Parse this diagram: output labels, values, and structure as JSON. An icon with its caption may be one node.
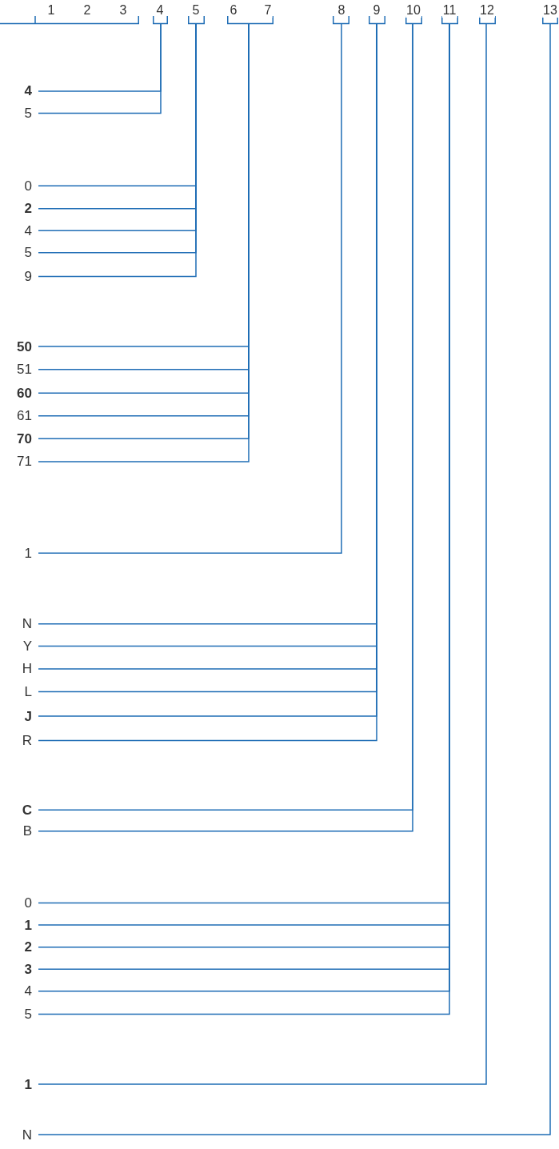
{
  "diagram": {
    "nodes": [
      {
        "text": [
          "1",
          "2",
          "3"
        ]
      },
      {
        "text": [
          "4"
        ]
      },
      {
        "text": [
          "5"
        ]
      },
      {
        "text": [
          "6",
          "7"
        ]
      },
      {
        "text": [
          "8"
        ]
      },
      {
        "text": [
          "9"
        ]
      },
      {
        "text": [
          "10"
        ]
      },
      {
        "text": [
          "11"
        ]
      },
      {
        "text": [
          "12"
        ]
      },
      {
        "text": [
          "13"
        ]
      },
      {
        "text": [
          "**4**"
        ]
      },
      {
        "text": [
          "5"
        ]
      },
      {
        "text": [
          "0"
        ]
      },
      {
        "text": [
          "**2**"
        ]
      },
      {
        "text": [
          "4"
        ]
      },
      {
        "text": [
          "5"
        ]
      },
      {
        "text": [
          "9"
        ]
      },
      {
        "text": [
          "**50**"
        ]
      },
      {
        "text": [
          "51"
        ]
      },
      {
        "text": [
          "**60**"
        ]
      },
      {
        "text": [
          "61"
        ]
      },
      {
        "text": [
          "**70**"
        ]
      },
      {
        "text": [
          "71"
        ]
      },
      {
        "text": [
          "1"
        ]
      },
      {
        "text": [
          "N"
        ]
      },
      {
        "text": [
          "Y"
        ]
      },
      {
        "text": [
          "H"
        ]
      },
      {
        "text": [
          "L"
        ]
      },
      {
        "text": [
          "**J**"
        ]
      },
      {
        "text": [
          "R"
        ]
      },
      {
        "text": [
          "**C**"
        ]
      },
      {
        "text": [
          "B"
        ]
      },
      {
        "text": [
          "0"
        ]
      },
      {
        "text": [
          "**1**"
        ]
      },
      {
        "text": [
          "**2**"
        ]
      },
      {
        "text": [
          "**3**"
        ]
      },
      {
        "text": [
          "4"
        ]
      },
      {
        "text": [
          "5"
        ]
      },
      {
        "text": [
          "**1**"
        ]
      },
      {
        "text": [
          "N"
        ]
      }
    ],
    "edges": [
      {
        "from": 10,
        "to": 1,
        "arrow": "none"
      },
      {
        "from": 11,
        "to": 1,
        "arrow": "none"
      },
      {
        "from": 12,
        "to": 2,
        "arrow": "none"
      },
      {
        "from": 13,
        "to": 2,
        "arrow": "none"
      },
      {
        "from": 14,
        "to": 2,
        "arrow": "none"
      },
      {
        "from": 15,
        "to": 2,
        "arrow": "none"
      },
      {
        "from": 16,
        "to": 2,
        "arrow": "none"
      },
      {
        "from": 17,
        "to": 3,
        "arrow": "none"
      },
      {
        "from": 18,
        "to": 3,
        "arrow": "none"
      },
      {
        "from": 19,
        "to": 3,
        "arrow": "none"
      },
      {
        "from": 20,
        "to": 3,
        "arrow": "none"
      },
      {
        "from": 21,
        "to": 3,
        "arrow": "none"
      },
      {
        "from": 22,
        "to": 3,
        "arrow": "none"
      },
      {
        "from": 23,
        "to": 4,
        "arrow": "none"
      },
      {
        "from": 24,
        "to": 5,
        "arrow": "none"
      },
      {
        "from": 25,
        "to": 5,
        "arrow": "none"
      },
      {
        "from": 26,
        "to": 5,
        "arrow": "none"
      },
      {
        "from": 27,
        "to": 5,
        "arrow": "none"
      },
      {
        "from": 28,
        "to": 5,
        "arrow": "none"
      },
      {
        "from": 29,
        "to": 5,
        "arrow": "none"
      },
      {
        "from": 30,
        "to": 6,
        "arrow": "none"
      },
      {
        "from": 31,
        "to": 6,
        "arrow": "none"
      },
      {
        "from": 32,
        "to": 7,
        "arrow": "none"
      },
      {
        "from": 33,
        "to": 7,
        "arrow": "none"
      },
      {
        "from": 34,
        "to": 7,
        "arrow": "none"
      },
      {
        "from": 35,
        "to": 7,
        "arrow": "none"
      },
      {
        "from": 36,
        "to": 7,
        "arrow": "none"
      },
      {
        "from": 37,
        "to": 7,
        "arrow": "none"
      },
      {
        "from": 38,
        "to": 8,
        "arrow": "none"
      },
      {
        "from": 39,
        "to": 9,
        "arrow": "none"
      }
    ]
  }
}
